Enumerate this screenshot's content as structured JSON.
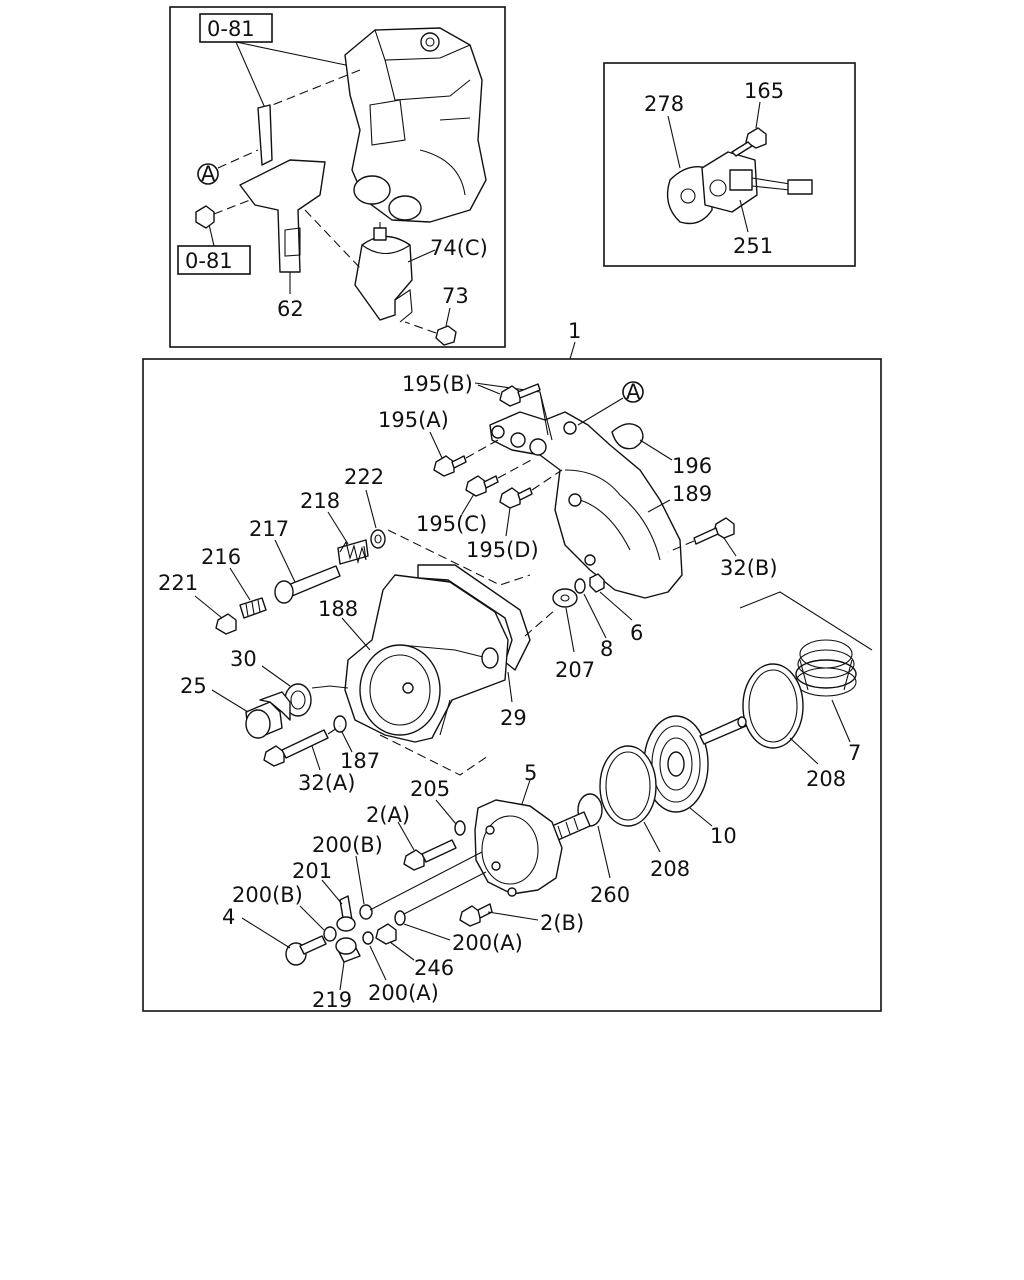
{
  "refs": {
    "top_left_ref_a": "0-81",
    "top_left_ref_b": "0-81",
    "circle_a_top": "A",
    "circle_a_main": "A"
  },
  "labels": {
    "p74c": "74(C)",
    "p73": "73",
    "p62": "62",
    "p278": "278",
    "p165": "165",
    "p251": "251",
    "p1": "1",
    "p195b": "195(B)",
    "p195a": "195(A)",
    "p196": "196",
    "p189": "189",
    "p222": "222",
    "p218": "218",
    "p217": "217",
    "p216": "216",
    "p221": "221",
    "p195c": "195(C)",
    "p195d": "195(D)",
    "p32b": "32(B)",
    "p188": "188",
    "p30": "30",
    "p25": "25",
    "p207": "207",
    "p8": "8",
    "p6": "6",
    "p29": "29",
    "p187": "187",
    "p32a": "32(A)",
    "p7": "7",
    "p208a": "208",
    "p10": "10",
    "p208b": "208",
    "p5": "5",
    "p205": "205",
    "p2a": "2(A)",
    "p200b1": "200(B)",
    "p201": "201",
    "p200b2": "200(B)",
    "p4": "4",
    "p260": "260",
    "p2b": "2(B)",
    "p200a1": "200(A)",
    "p246": "246",
    "p200a2": "200(A)",
    "p219": "219"
  }
}
